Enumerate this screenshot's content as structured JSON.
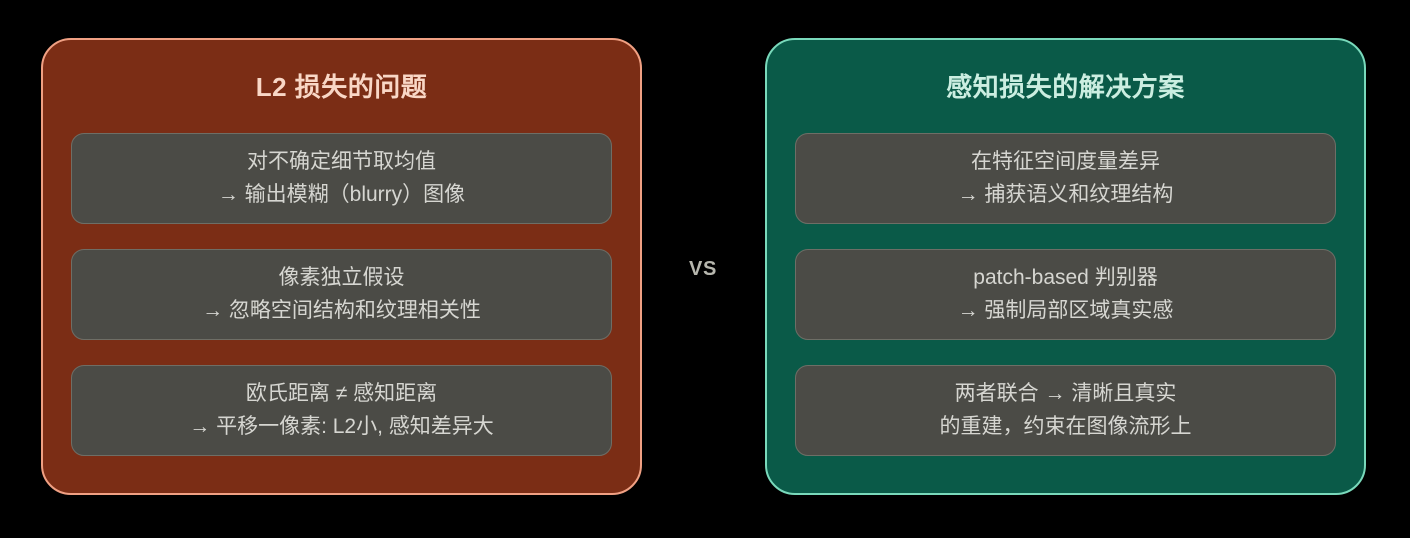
{
  "colors": {
    "background": "#000000",
    "left_panel_fill": "#7b2d15",
    "left_panel_border": "#f0a083",
    "left_title_text": "#f9d7c6",
    "right_panel_fill": "#0a5a48",
    "right_panel_border": "#79d9bb",
    "right_title_text": "#cbeee1",
    "card_fill": "#4b4b46",
    "card_border": "#6e6e66",
    "card_text": "#d6d6d1",
    "vs_text": "#b7b7ae"
  },
  "divider": {
    "label": "VS"
  },
  "left_panel": {
    "title": "L2 损失的问题",
    "cards": [
      {
        "line1": "对不确定细节取均值",
        "line2": "→ 输出模糊（blurry）图像"
      },
      {
        "line1": "像素独立假设",
        "line2": "→ 忽略空间结构和纹理相关性"
      },
      {
        "line1": "欧氏距离 ≠ 感知距离",
        "line2": "→ 平移一像素: L2小, 感知差异大"
      }
    ]
  },
  "right_panel": {
    "title": "感知损失的解决方案",
    "cards": [
      {
        "line1": "在特征空间度量差异",
        "line2": "→ 捕获语义和纹理结构"
      },
      {
        "line1": "patch-based 判别器",
        "line2": "→ 强制局部区域真实感"
      },
      {
        "line1": "两者联合 → 清晰且真实",
        "line2": "的重建，约束在图像流形上"
      }
    ]
  }
}
